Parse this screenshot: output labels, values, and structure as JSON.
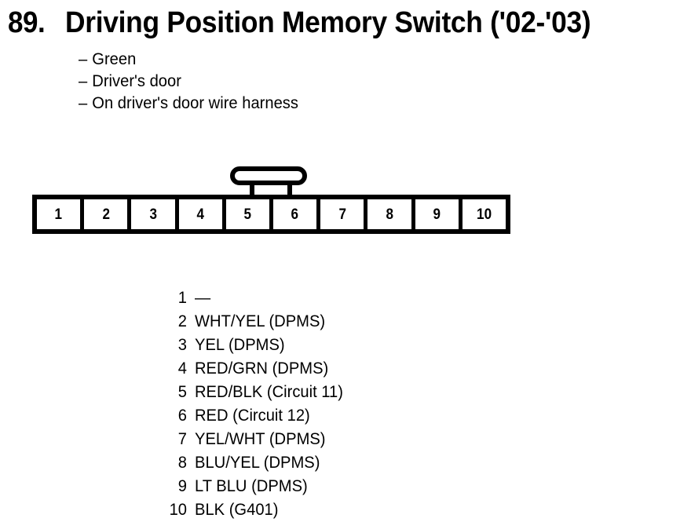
{
  "header": {
    "item_number": "89.",
    "title": "Driving Position Memory Switch ('02-'03)"
  },
  "specs": {
    "dash": "–",
    "items": [
      {
        "text": "Green"
      },
      {
        "text": "Driver's door"
      },
      {
        "text": "On driver's door wire harness"
      }
    ]
  },
  "connector": {
    "cavity_count": 10,
    "cavities": [
      {
        "number": "1"
      },
      {
        "number": "2"
      },
      {
        "number": "3"
      },
      {
        "number": "4"
      },
      {
        "number": "5"
      },
      {
        "number": "6"
      },
      {
        "number": "7"
      },
      {
        "number": "8"
      },
      {
        "number": "9"
      },
      {
        "number": "10"
      }
    ]
  },
  "pin_legend": [
    {
      "pin": "1",
      "wire": "—"
    },
    {
      "pin": "2",
      "wire": "WHT/YEL (DPMS)"
    },
    {
      "pin": "3",
      "wire": "YEL (DPMS)"
    },
    {
      "pin": "4",
      "wire": "RED/GRN (DPMS)"
    },
    {
      "pin": "5",
      "wire": "RED/BLK (Circuit 11)"
    },
    {
      "pin": "6",
      "wire": "RED (Circuit 12)"
    },
    {
      "pin": "7",
      "wire": "YEL/WHT (DPMS)"
    },
    {
      "pin": "8",
      "wire": "BLU/YEL (DPMS)"
    },
    {
      "pin": "9",
      "wire": "LT BLU (DPMS)"
    },
    {
      "pin": "10",
      "wire": "BLK (G401)"
    }
  ],
  "colors": {
    "ink": "#000000",
    "paper": "#ffffff"
  }
}
